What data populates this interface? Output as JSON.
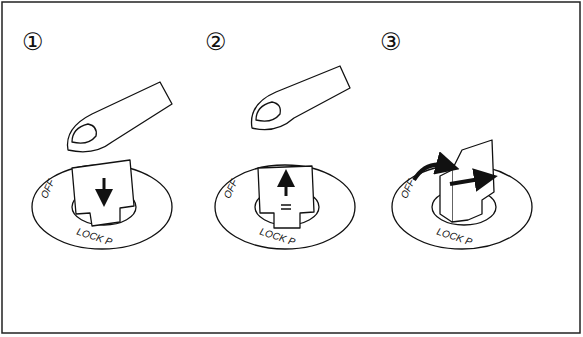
{
  "diagram": {
    "labels": [
      "①",
      "②",
      "③",
      "OFF",
      "LOCK P",
      "OFF",
      "LOCK P",
      "OFF",
      "LOCK P"
    ]
  }
}
